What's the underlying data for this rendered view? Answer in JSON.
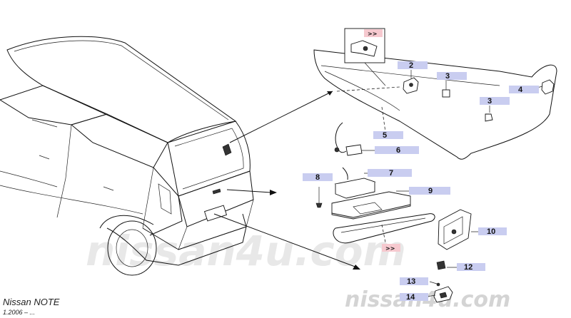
{
  "diagram": {
    "model_name": "Nissan  NOTE",
    "model_date": "1.2006 – ...",
    "watermark_center": "nissan4u.com",
    "watermark_corner": "nissan4u.com",
    "more_label": ">>",
    "callouts": [
      {
        "id": "c2",
        "label": "2"
      },
      {
        "id": "c3a",
        "label": "3"
      },
      {
        "id": "c3b",
        "label": "3"
      },
      {
        "id": "c4",
        "label": "4"
      },
      {
        "id": "c5",
        "label": "5"
      },
      {
        "id": "c6",
        "label": "6"
      },
      {
        "id": "c7",
        "label": "7"
      },
      {
        "id": "c8",
        "label": "8"
      },
      {
        "id": "c9",
        "label": "9"
      },
      {
        "id": "c10",
        "label": "10"
      },
      {
        "id": "c12",
        "label": "12"
      },
      {
        "id": "c13",
        "label": "13"
      },
      {
        "id": "c14",
        "label": "14"
      }
    ],
    "colors": {
      "callout_fill": "#c9cdf0",
      "more_fill": "#f6c9cf",
      "watermark": "#d9d9d9"
    }
  }
}
